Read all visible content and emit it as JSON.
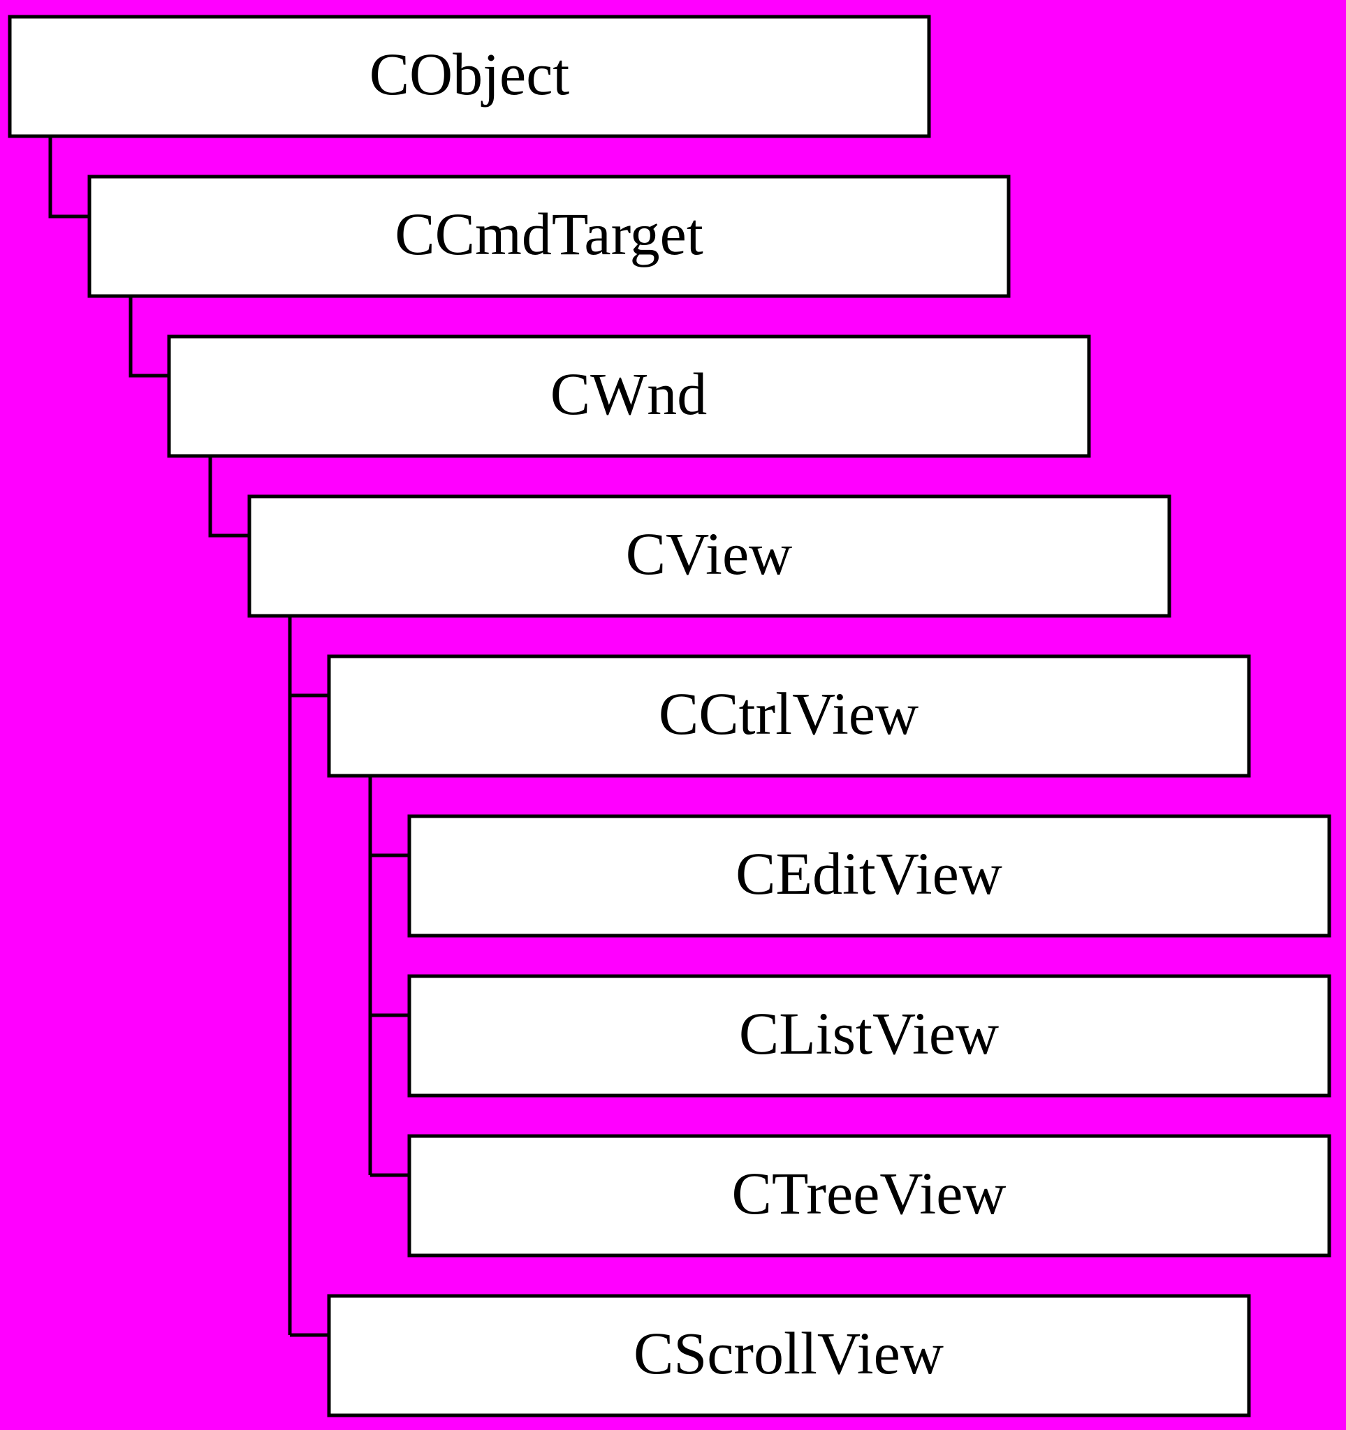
{
  "diagram": {
    "colors": {
      "background": "#ff00ff",
      "box_fill": "#ffffff",
      "line": "#000000"
    },
    "classes": [
      {
        "id": "cobject",
        "label": "CObject",
        "parent": null
      },
      {
        "id": "ccmdtarget",
        "label": "CCmdTarget",
        "parent": "cobject"
      },
      {
        "id": "cwnd",
        "label": "CWnd",
        "parent": "ccmdtarget"
      },
      {
        "id": "cview",
        "label": "CView",
        "parent": "cwnd"
      },
      {
        "id": "cctrlview",
        "label": "CCtrlView",
        "parent": "cview"
      },
      {
        "id": "cedit",
        "label": "CEditView",
        "parent": "cctrlview"
      },
      {
        "id": "clist",
        "label": "CListView",
        "parent": "cctrlview"
      },
      {
        "id": "ctree",
        "label": "CTreeView",
        "parent": "cctrlview"
      },
      {
        "id": "cscroll",
        "label": "CScrollView",
        "parent": "cview"
      }
    ]
  }
}
